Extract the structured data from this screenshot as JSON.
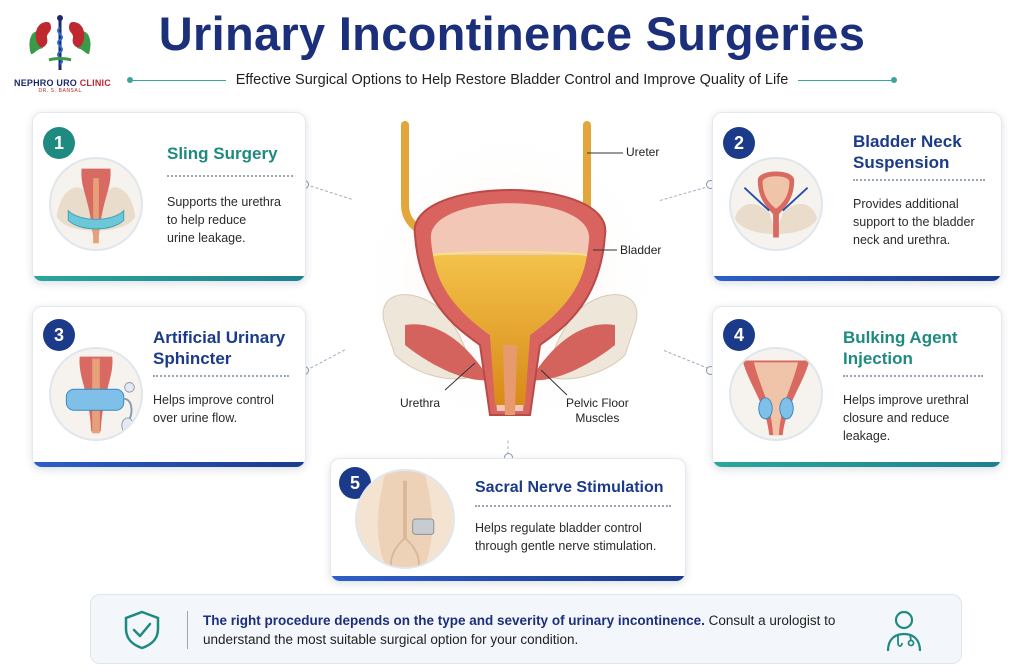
{
  "logo": {
    "name_part1": "NEPHRO URO",
    "name_part2": "CLINIC",
    "tagline": "DR. S. BANSAL",
    "icon": "kidney-caduceus-icon"
  },
  "header": {
    "title": "Urinary Incontinence Surgeries",
    "subtitle": "Effective Surgical Options to Help Restore Bladder Control and Improve Quality of Life"
  },
  "cards": [
    {
      "number": "1",
      "title_line1": "Sling Surgery",
      "title_line2": "",
      "desc_line1": "Supports the urethra",
      "desc_line2": "to help reduce",
      "desc_line3": "urine leakage.",
      "accent": "#1f8a80"
    },
    {
      "number": "2",
      "title_line1": "Bladder Neck",
      "title_line2": "Suspension",
      "desc_line1": "Provides additional",
      "desc_line2": "support to the bladder",
      "desc_line3": "neck and urethra.",
      "accent": "#1b3a8a"
    },
    {
      "number": "3",
      "title_line1": "Artificial Urinary",
      "title_line2": "Sphincter",
      "desc_line1": "Helps improve control",
      "desc_line2": "over urine flow.",
      "desc_line3": "",
      "accent": "#1b3a8a"
    },
    {
      "number": "4",
      "title_line1": "Bulking Agent",
      "title_line2": "Injection",
      "desc_line1": "Helps improve urethral",
      "desc_line2": "closure and reduce",
      "desc_line3": "leakage.",
      "accent": "#1f8a80"
    },
    {
      "number": "5",
      "title_line1": "Sacral Nerve Stimulation",
      "title_line2": "",
      "desc_line1": "Helps regulate bladder control",
      "desc_line2": "through gentle nerve stimulation.",
      "desc_line3": "",
      "accent": "#1b3a8a"
    }
  ],
  "anatomy": {
    "labels": {
      "ureter": "Ureter",
      "bladder": "Bladder",
      "urethra": "Urethra",
      "pelvic_line1": "Pelvic Floor",
      "pelvic_line2": "Muscles"
    }
  },
  "footer": {
    "bold_text": "The right procedure depends on the type and severity of urinary incontinence.",
    "rest_text": " Consult a urologist to understand the most suitable surgical option for your condition.",
    "left_icon": "shield-check-icon",
    "right_icon": "doctor-icon"
  }
}
